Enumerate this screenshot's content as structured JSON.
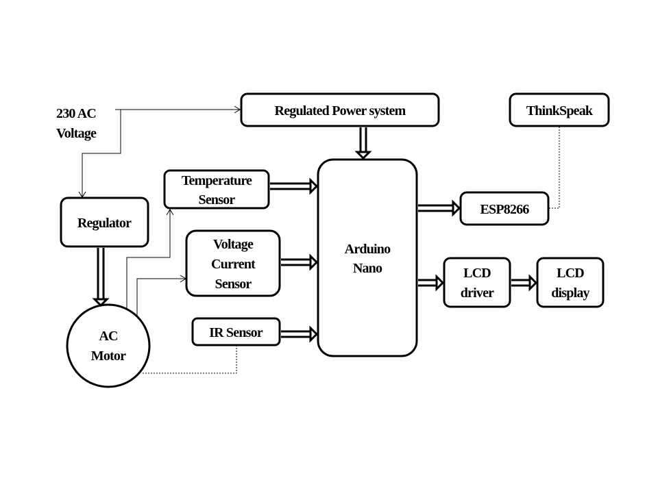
{
  "diagram": {
    "title": "Block diagram of AC motor monitoring system",
    "input_label": [
      "230 AC",
      "Voltage"
    ],
    "blocks": {
      "power": [
        "Regulated Power system"
      ],
      "thinkspeak": [
        "ThinkSpeak"
      ],
      "regulator": [
        "Regulator"
      ],
      "temperature": [
        "Temperature",
        "Sensor"
      ],
      "voltage_current": [
        "Voltage",
        "Current",
        "Sensor"
      ],
      "ir": [
        "IR Sensor"
      ],
      "motor": [
        "AC",
        "Motor"
      ],
      "arduino": [
        "Arduino",
        "Nano"
      ],
      "esp": [
        "ESP8266"
      ],
      "lcd_driver": [
        "LCD",
        "driver"
      ],
      "lcd_display": [
        "LCD",
        "display"
      ]
    },
    "connections": [
      {
        "from": "230 AC Voltage",
        "to": "Regulated Power system",
        "style": "thin-arrow"
      },
      {
        "from": "230 AC Voltage",
        "to": "Regulator",
        "style": "thin-arrow"
      },
      {
        "from": "Regulated Power system",
        "to": "Arduino Nano",
        "style": "double-arrow"
      },
      {
        "from": "Regulator",
        "to": "AC Motor",
        "style": "double-arrow"
      },
      {
        "from": "AC Motor",
        "to": "Temperature Sensor",
        "style": "thin-arrow"
      },
      {
        "from": "AC Motor",
        "to": "Voltage Current Sensor",
        "style": "thin-arrow"
      },
      {
        "from": "AC Motor",
        "to": "IR Sensor",
        "style": "dashed"
      },
      {
        "from": "Temperature Sensor",
        "to": "Arduino Nano",
        "style": "double-arrow"
      },
      {
        "from": "Voltage Current Sensor",
        "to": "Arduino Nano",
        "style": "double-arrow"
      },
      {
        "from": "IR Sensor",
        "to": "Arduino Nano",
        "style": "double-arrow"
      },
      {
        "from": "Arduino Nano",
        "to": "ESP8266",
        "style": "double-arrow"
      },
      {
        "from": "Arduino Nano",
        "to": "LCD driver",
        "style": "double-arrow"
      },
      {
        "from": "LCD driver",
        "to": "LCD display",
        "style": "double-arrow"
      },
      {
        "from": "ESP8266",
        "to": "ThinkSpeak",
        "style": "dashed"
      }
    ]
  }
}
